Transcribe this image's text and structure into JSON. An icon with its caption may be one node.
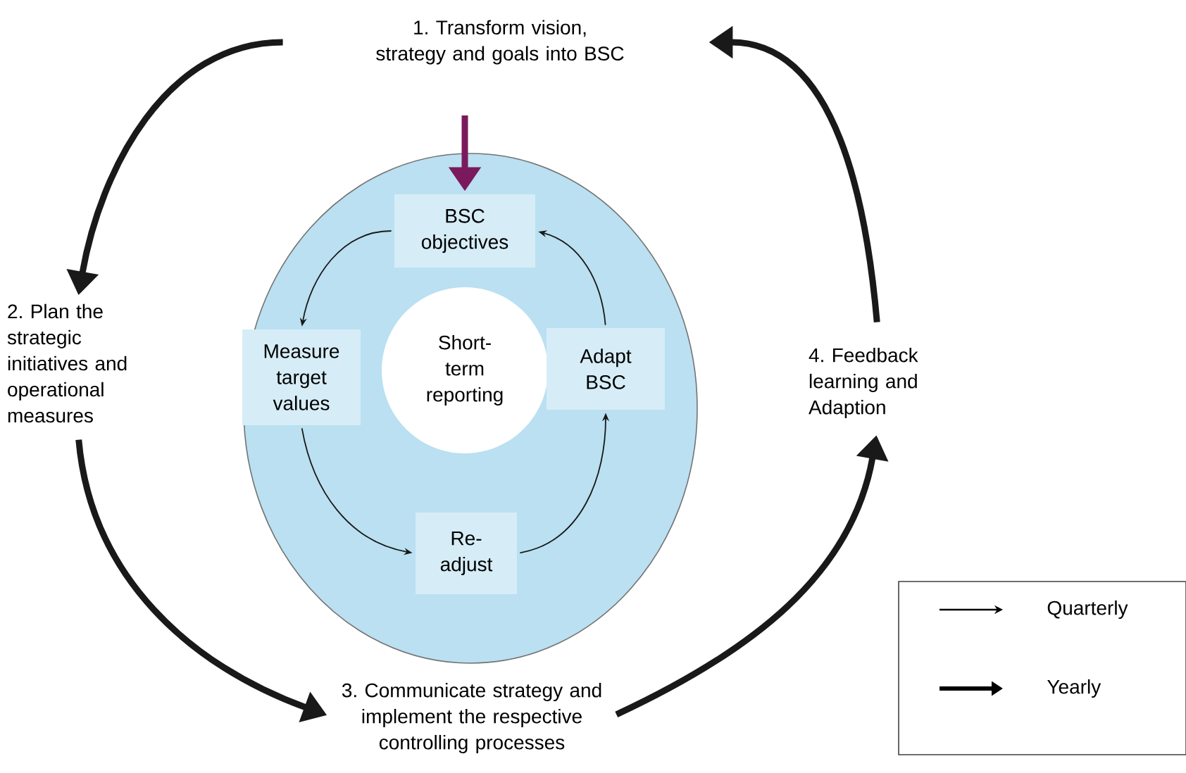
{
  "diagram": {
    "nodes": [
      {
        "text": [
          "1. Transform vision, strategy and goals into BSC"
        ]
      },
      {
        "text": [
          "2. Plan the strategic initiatives and operational measures"
        ]
      },
      {
        "text": [
          "3. Communicate strategy and implement the respective controlling processes"
        ]
      },
      {
        "text": [
          "4. Feedback learning and Adaption"
        ]
      },
      {
        "text": [],
        "shape": "ellipse"
      },
      {
        "text": [
          "BSC objectives"
        ],
        "in": 4
      },
      {
        "text": [
          "Measure target values"
        ],
        "in": 4
      },
      {
        "text": [
          "Short-term reporting"
        ],
        "in": 4
      },
      {
        "text": [
          "Adapt BSC"
        ],
        "in": 4
      },
      {
        "text": [
          "Re-adjust"
        ],
        "in": 4
      }
    ],
    "edges": [
      {
        "from": 0,
        "to": 1,
        "arrow": "to"
      },
      {
        "from": 1,
        "to": 2,
        "arrow": "to"
      },
      {
        "from": 2,
        "to": 3,
        "arrow": "to"
      },
      {
        "from": 3,
        "to": 0,
        "arrow": "to"
      },
      {
        "from": null,
        "to": 5,
        "arrow": "to",
        "color": "#7a1a5c"
      },
      {
        "from": 5,
        "to": 6,
        "arrow": "to"
      },
      {
        "from": 6,
        "to": 9,
        "arrow": "to"
      },
      {
        "from": 9,
        "to": 8,
        "arrow": "to"
      },
      {
        "from": 8,
        "to": 5,
        "arrow": "to"
      }
    ],
    "legend": [
      {
        "text": "Quarterly"
      },
      {
        "text": "Yearly"
      }
    ]
  }
}
